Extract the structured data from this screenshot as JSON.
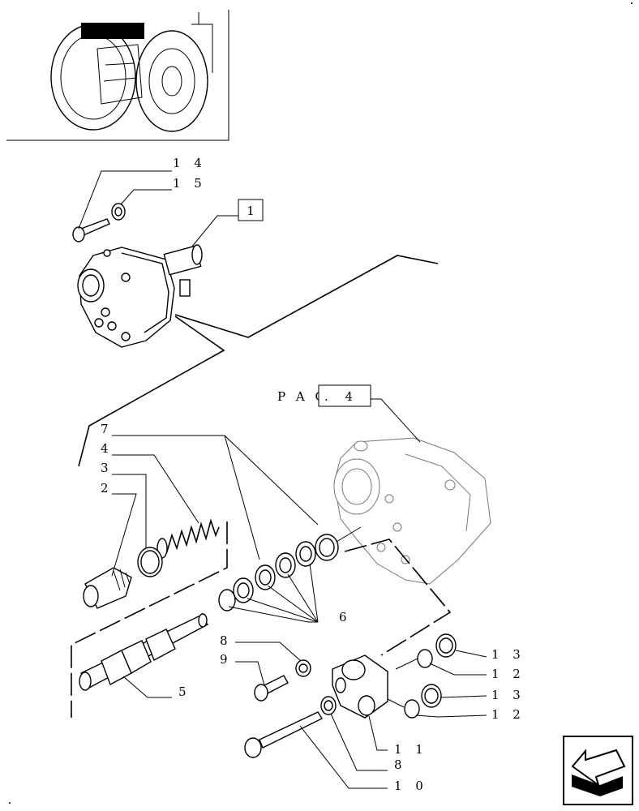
{
  "reference_box": {
    "label": "1"
  },
  "page_ref": {
    "prefix": "P A G",
    "value": ". 4"
  },
  "callouts": {
    "c14": "1 4",
    "c15": "1 5",
    "c7": "7",
    "c4": "4",
    "c3": "3",
    "c2": "2",
    "c6": "6",
    "c8a": "8",
    "c9": "9",
    "c5": "5",
    "c13a": "1 3",
    "c12a": "1 2",
    "c13b": "1 3",
    "c12b": "1 2",
    "c11": "1 1",
    "c8b": "8",
    "c10": "1 0"
  },
  "nav_icon": "back-arrow-icon"
}
